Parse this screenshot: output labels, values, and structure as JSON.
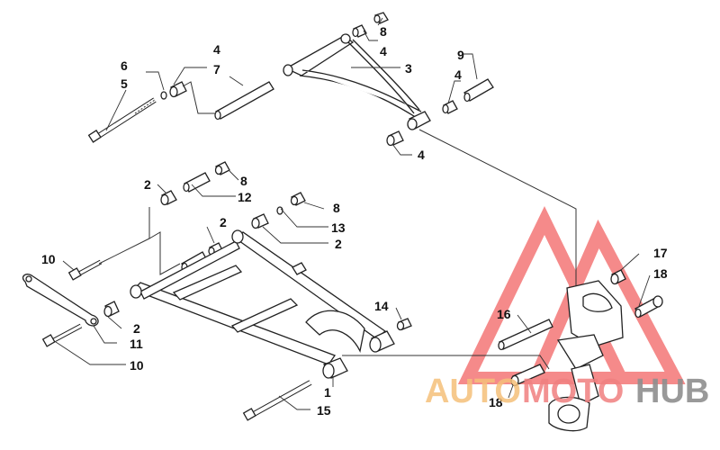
{
  "diagram": {
    "callouts": [
      {
        "id": "c1",
        "text": "1"
      },
      {
        "id": "c2a",
        "text": "2"
      },
      {
        "id": "c2b",
        "text": "2"
      },
      {
        "id": "c2c",
        "text": "2"
      },
      {
        "id": "c2d",
        "text": "2"
      },
      {
        "id": "c3",
        "text": "3"
      },
      {
        "id": "c4a",
        "text": "4"
      },
      {
        "id": "c4b",
        "text": "4"
      },
      {
        "id": "c4c",
        "text": "4"
      },
      {
        "id": "c4d",
        "text": "4"
      },
      {
        "id": "c5",
        "text": "5"
      },
      {
        "id": "c6",
        "text": "6"
      },
      {
        "id": "c7",
        "text": "7"
      },
      {
        "id": "c8a",
        "text": "8"
      },
      {
        "id": "c8b",
        "text": "8"
      },
      {
        "id": "c8c",
        "text": "8"
      },
      {
        "id": "c9",
        "text": "9"
      },
      {
        "id": "c10a",
        "text": "10"
      },
      {
        "id": "c10b",
        "text": "10"
      },
      {
        "id": "c11",
        "text": "11"
      },
      {
        "id": "c12",
        "text": "12"
      },
      {
        "id": "c13",
        "text": "13"
      },
      {
        "id": "c14",
        "text": "14"
      },
      {
        "id": "c15",
        "text": "15"
      },
      {
        "id": "c16",
        "text": "16"
      },
      {
        "id": "c17",
        "text": "17"
      },
      {
        "id": "c18a",
        "text": "18"
      },
      {
        "id": "c18b",
        "text": "18"
      }
    ]
  },
  "watermark": {
    "part1": "AUTO",
    "part2": "MOTO",
    "part3": "HUB",
    "colors": {
      "auto": "#f5c07a",
      "moto": "#f08080",
      "hub": "#9a9a9a",
      "triangle": "#f26464"
    }
  }
}
